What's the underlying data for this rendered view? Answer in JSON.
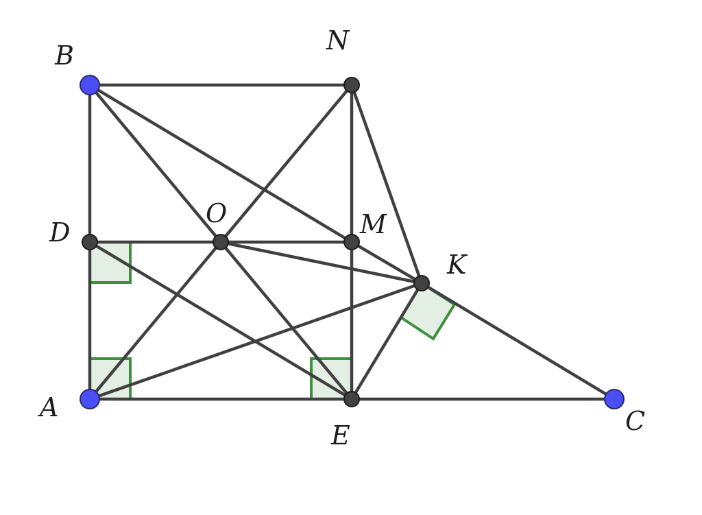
{
  "points": {
    "A": {
      "label": "A",
      "color": "#4a4ef5"
    },
    "B": {
      "label": "B",
      "color": "#4a4ef5"
    },
    "C": {
      "label": "C",
      "color": "#4a4ef5"
    },
    "D": {
      "label": "D",
      "color": "#424242"
    },
    "E": {
      "label": "E",
      "color": "#424242"
    },
    "M": {
      "label": "M",
      "color": "#424242"
    },
    "N": {
      "label": "N",
      "color": "#424242"
    },
    "O": {
      "label": "O",
      "color": "#424242"
    },
    "K": {
      "label": "K",
      "color": "#424242"
    }
  },
  "segments": [
    [
      "B",
      "N"
    ],
    [
      "B",
      "A"
    ],
    [
      "B",
      "O"
    ],
    [
      "B",
      "M"
    ],
    [
      "N",
      "E"
    ],
    [
      "N",
      "K"
    ],
    [
      "N",
      "O"
    ],
    [
      "D",
      "M"
    ],
    [
      "D",
      "E"
    ],
    [
      "O",
      "E"
    ],
    [
      "O",
      "K"
    ],
    [
      "A",
      "O"
    ],
    [
      "A",
      "K"
    ],
    [
      "A",
      "C"
    ],
    [
      "M",
      "K"
    ],
    [
      "K",
      "C"
    ],
    [
      "K",
      "E"
    ]
  ],
  "right_angles": [
    "D",
    "A",
    "E",
    "K"
  ],
  "colors": {
    "segment": "#404040",
    "right_angle_marker": "#3f8f3f",
    "right_angle_fill": "#e4efe4"
  }
}
